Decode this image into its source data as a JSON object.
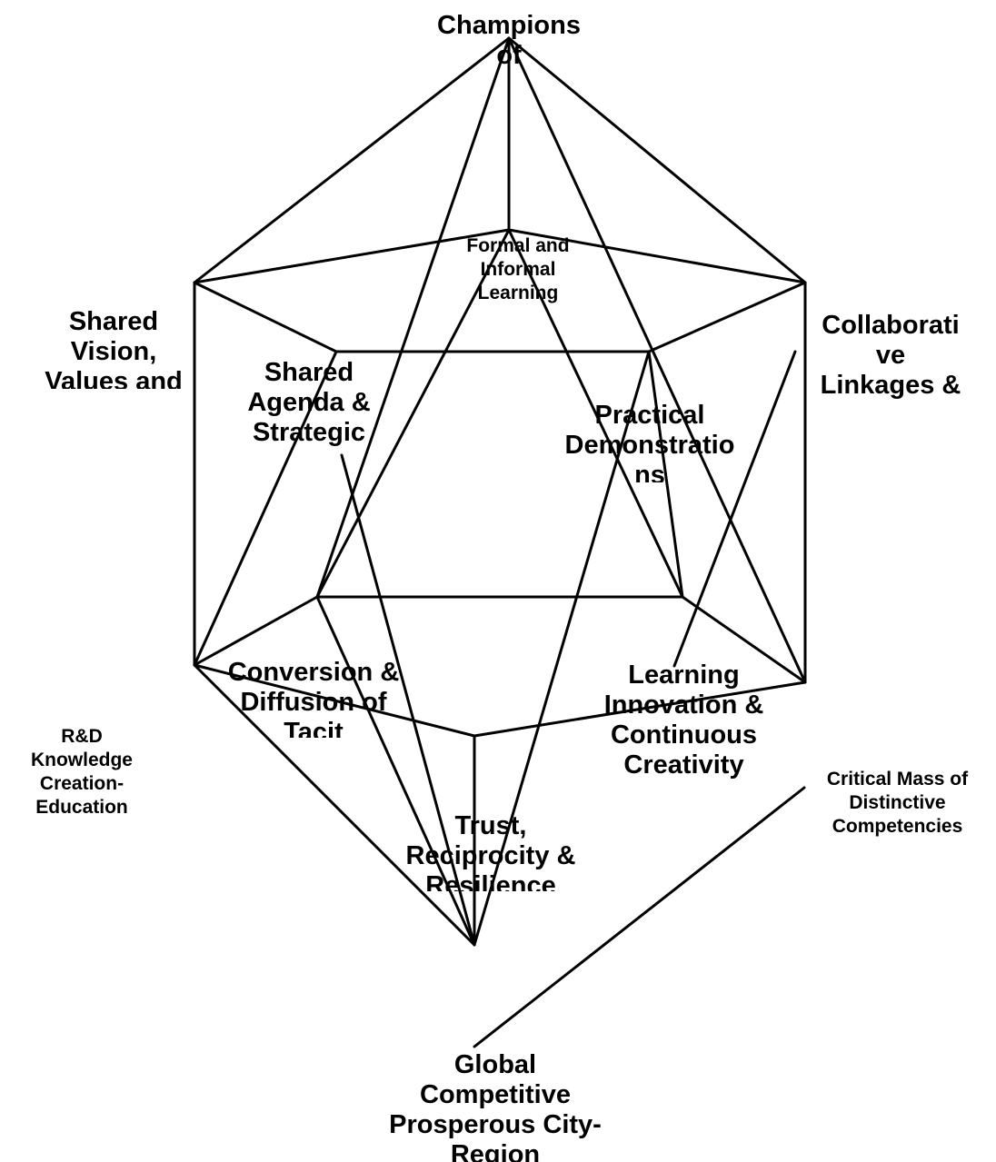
{
  "diagram": {
    "line_color": "#000000",
    "background": "#ffffff",
    "labels": {
      "champions": "Champions\nof",
      "shared_vision": "Shared\nVision,\nValues and",
      "collaborative": "Collaborati\nve\nLinkages &",
      "formal_learning": "Formal and\nInformal\nLearning",
      "shared_agenda": "Shared\nAgenda &\nStrategic",
      "practical_demo": "Practical\nDemonstratio\nns",
      "conversion": "Conversion &\nDiffusion of\nTacit",
      "learning_innovation": "Learning\nInnovation &\nContinuous\nCreativity",
      "rd_knowledge": "R&D\nKnowledge\nCreation-\nEducation",
      "critical_mass": "Critical Mass of\nDistinctive\nCompetencies",
      "trust": "Trust,\nReciprocity &\nResilience",
      "global": "Global\nCompetitive\nProsperous City-\nRegion"
    }
  }
}
